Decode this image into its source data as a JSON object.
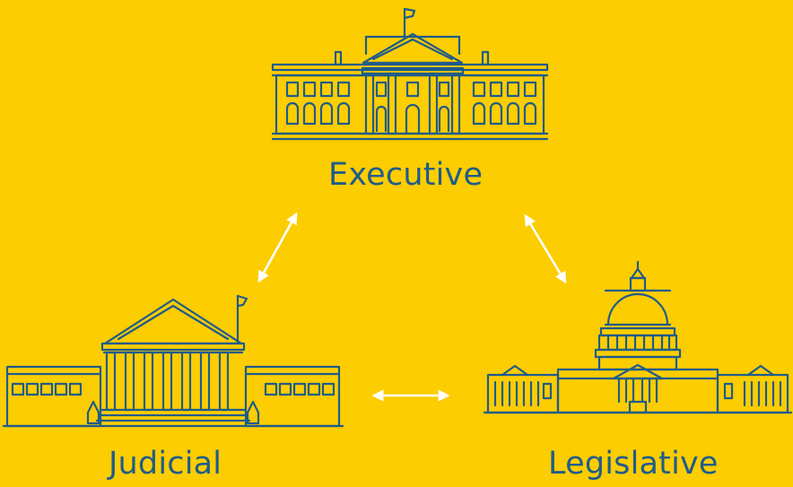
{
  "colors": {
    "background": "#fccd00",
    "line": "#1f5c8a",
    "arrow": "#ffffff"
  },
  "branches": {
    "executive": {
      "label": "Executive",
      "icon": "white-house-icon"
    },
    "judicial": {
      "label": "Judicial",
      "icon": "supreme-court-icon"
    },
    "legislative": {
      "label": "Legislative",
      "icon": "capitol-building-icon"
    }
  },
  "connections": [
    {
      "from": "executive",
      "to": "judicial",
      "style": "double-headed-arrow"
    },
    {
      "from": "executive",
      "to": "legislative",
      "style": "double-headed-arrow"
    },
    {
      "from": "judicial",
      "to": "legislative",
      "style": "double-headed-arrow"
    }
  ]
}
